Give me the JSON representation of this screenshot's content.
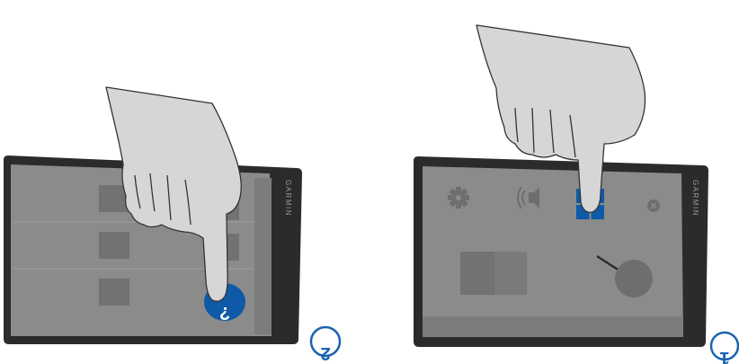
{
  "device": {
    "brand": "GARMIN"
  },
  "steps": [
    {
      "number": "1"
    },
    {
      "number": "2"
    }
  ],
  "help_glyph": "?",
  "colors": {
    "accent": "#0f5aa6",
    "screen": "#8a8a8a",
    "bezel": "#2b2b2b",
    "hand": "#d6d6d6",
    "step_circle": "#1a63b0"
  }
}
